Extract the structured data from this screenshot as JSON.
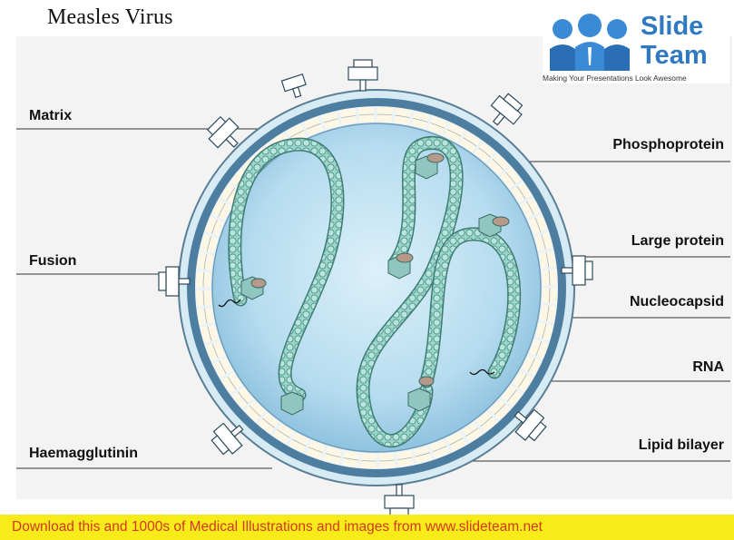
{
  "title": "Measles Virus",
  "logo": {
    "line1": "Slide",
    "line2": "Team",
    "tagline": "Making Your Presentations Look Awesome"
  },
  "labels": {
    "matrix": "Matrix",
    "fusion": "Fusion",
    "haemagglutinin": "Haemagglutinin",
    "phosphoprotein": "Phosphoprotein",
    "large_protein": "Large protein",
    "nucleocapsid": "Nucleocapsid",
    "rna": "RNA",
    "lipid_bilayer": "Lipid bilayer"
  },
  "footer": "Download this and 1000s of Medical Illustrations and images from www.slideteam.net",
  "colors": {
    "membrane": "#5b88a8",
    "interior": "#bfe1f2",
    "nucleocapsid": "#8fcfc3",
    "footer_bg": "#f7ec1a",
    "footer_text": "#d4381f",
    "brand": "#2f79c2"
  }
}
